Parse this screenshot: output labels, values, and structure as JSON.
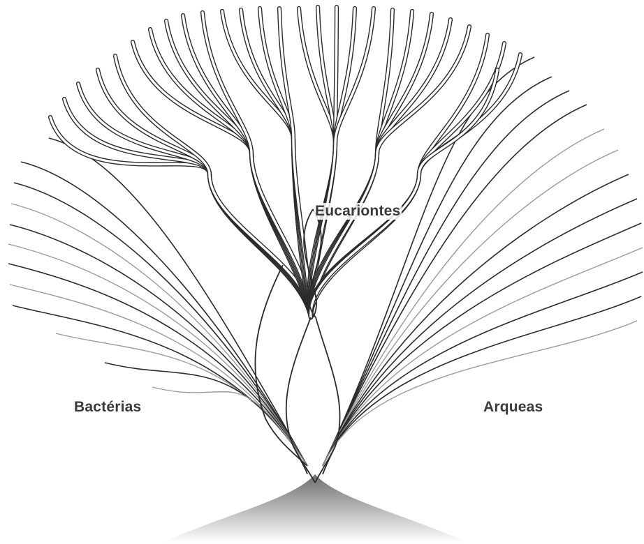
{
  "labels": {
    "eukaryotes": "Eucariontes",
    "bacteria": "Bactérias",
    "archaea": "Arqueas"
  },
  "colors": {
    "line_dark": "#2b2b2b",
    "line_light": "#9a9a9a",
    "ribbon_fill": "#ffffff",
    "root_gradient_top": "#6e6e6e",
    "root_gradient_bottom": "#ffffff",
    "label_text": "#3a3a3a",
    "background": "#ffffff"
  },
  "structure": {
    "domains": [
      "bacteria",
      "eukaryotes",
      "archaea"
    ],
    "bacteria_lineages": 12,
    "archaea_lineages": 13,
    "eukaryote_branches": 28
  }
}
